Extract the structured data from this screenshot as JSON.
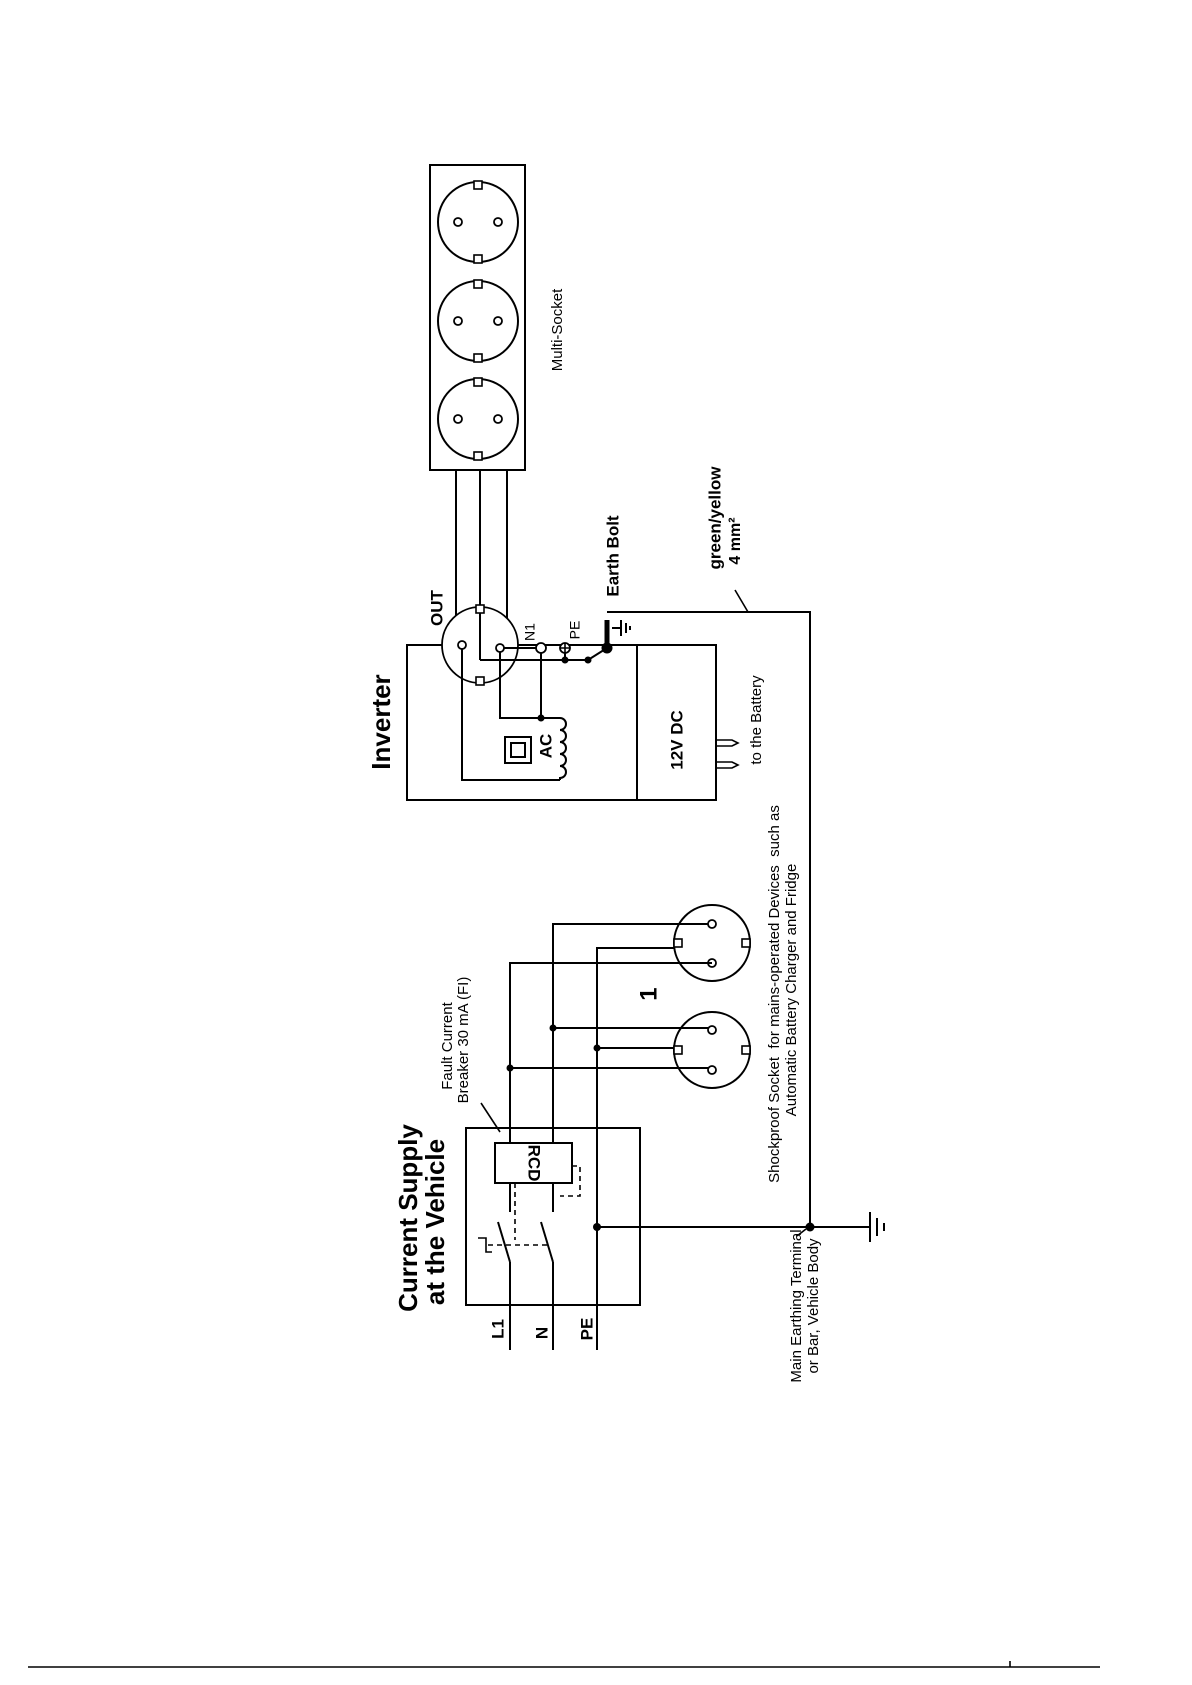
{
  "colors": {
    "line": "#000000",
    "background": "#ffffff"
  },
  "supply": {
    "title_line1": "Current Supply",
    "title_line2": "at the Vehicle",
    "rcd": "RCD",
    "breaker_line1": "Fault Current",
    "breaker_line2": "Breaker 30 mA (FI)",
    "lines": {
      "l1": "L1",
      "n": "N",
      "pe": "PE"
    },
    "main_earth_line1": "Main Earthing Terminal",
    "main_earth_line2": "or Bar, Vehicle Body"
  },
  "sockets": {
    "group_number": "1",
    "note_line1": "Shockproof Socket  for mains-operated Devices  such as",
    "note_line2": "Automatic Battery Charger and Fridge"
  },
  "inverter": {
    "title": "Inverter",
    "out": "OUT",
    "n1": "N1",
    "pe": "PE",
    "ac": "AC",
    "dc": "12V DC",
    "battery": "to the Battery",
    "earth_bolt": "Earth Bolt",
    "cable_line1": "green/yellow",
    "cable_line2": "4 mm²"
  },
  "multi_socket": {
    "label": "Multi-Socket"
  }
}
